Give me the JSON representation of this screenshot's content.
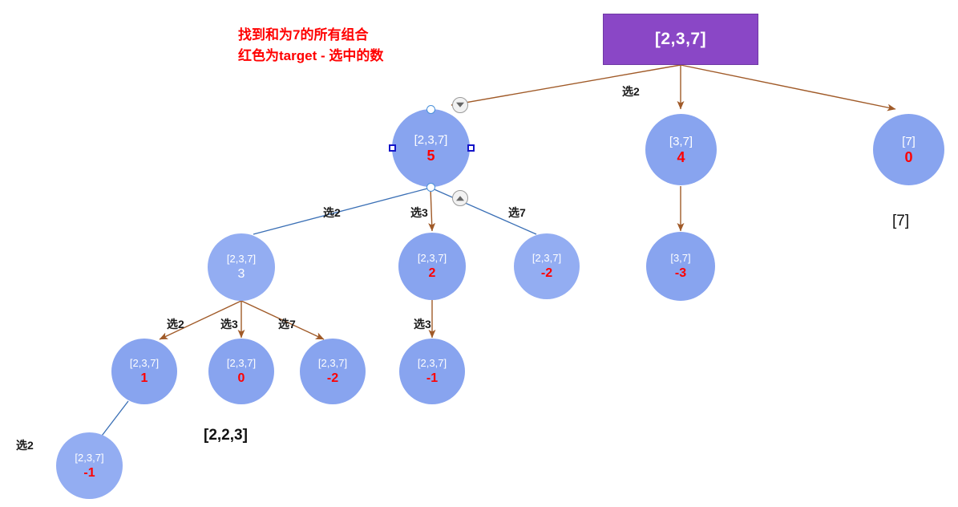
{
  "title": {
    "line1": "找到和为7的所有组合",
    "line2": "红色为target - 选中的数",
    "color": "#ff0000"
  },
  "colors": {
    "node_fill": "#88a4ef",
    "root_fill": "#8a47c6",
    "edge_default": "#a05a28",
    "edge_selected": "#3a6fb5",
    "value_red": "#ff0000",
    "label_text": "#1a1a1a"
  },
  "root": {
    "array_label": "[2,3,7]"
  },
  "nodes": [
    {
      "id": "n-l1-mid",
      "array_label": "[2,3,7]",
      "value": "5",
      "value_color": "red",
      "selected": true
    },
    {
      "id": "n-l1-c2",
      "array_label": "[3,7]",
      "value": "4",
      "value_color": "red",
      "selected": false
    },
    {
      "id": "n-l1-c3",
      "array_label": "[7]",
      "value": "0",
      "value_color": "red",
      "selected": false
    },
    {
      "id": "n-l2-a",
      "array_label": "[2,3,7]",
      "value": "3",
      "value_color": "white",
      "selected": false
    },
    {
      "id": "n-l2-b",
      "array_label": "[2,3,7]",
      "value": "2",
      "value_color": "red",
      "selected": false
    },
    {
      "id": "n-l2-c",
      "array_label": "[2,3,7]",
      "value": "-2",
      "value_color": "red",
      "selected": false
    },
    {
      "id": "n-l2-r",
      "array_label": "[3,7]",
      "value": "-3",
      "value_color": "red",
      "selected": false
    },
    {
      "id": "n-l3-a",
      "array_label": "[2,3,7]",
      "value": "1",
      "value_color": "red",
      "selected": false
    },
    {
      "id": "n-l3-b",
      "array_label": "[2,3,7]",
      "value": "0",
      "value_color": "red",
      "selected": false
    },
    {
      "id": "n-l3-c",
      "array_label": "[2,3,7]",
      "value": "-2",
      "value_color": "red",
      "selected": false
    },
    {
      "id": "n-l3-d",
      "array_label": "[2,3,7]",
      "value": "-1",
      "value_color": "red",
      "selected": false
    },
    {
      "id": "n-l4-a",
      "array_label": "[2,3,7]",
      "value": "-1",
      "value_color": "red",
      "selected": false
    }
  ],
  "edge_labels": [
    {
      "id": "el-root-mid",
      "text": "选2"
    },
    {
      "id": "el-sel-a",
      "text": "选2"
    },
    {
      "id": "el-sel-b",
      "text": "选3"
    },
    {
      "id": "el-sel-c",
      "text": "选7"
    },
    {
      "id": "el-l2a-a",
      "text": "选2"
    },
    {
      "id": "el-l2a-b",
      "text": "选3"
    },
    {
      "id": "el-l2a-c",
      "text": "选7"
    },
    {
      "id": "el-l2b-a",
      "text": "选3"
    },
    {
      "id": "el-l3a-a",
      "text": "选2"
    }
  ],
  "annotations": [
    {
      "id": "an-223",
      "text": "[2,2,3]"
    },
    {
      "id": "an-7",
      "text": "[7]"
    }
  ]
}
